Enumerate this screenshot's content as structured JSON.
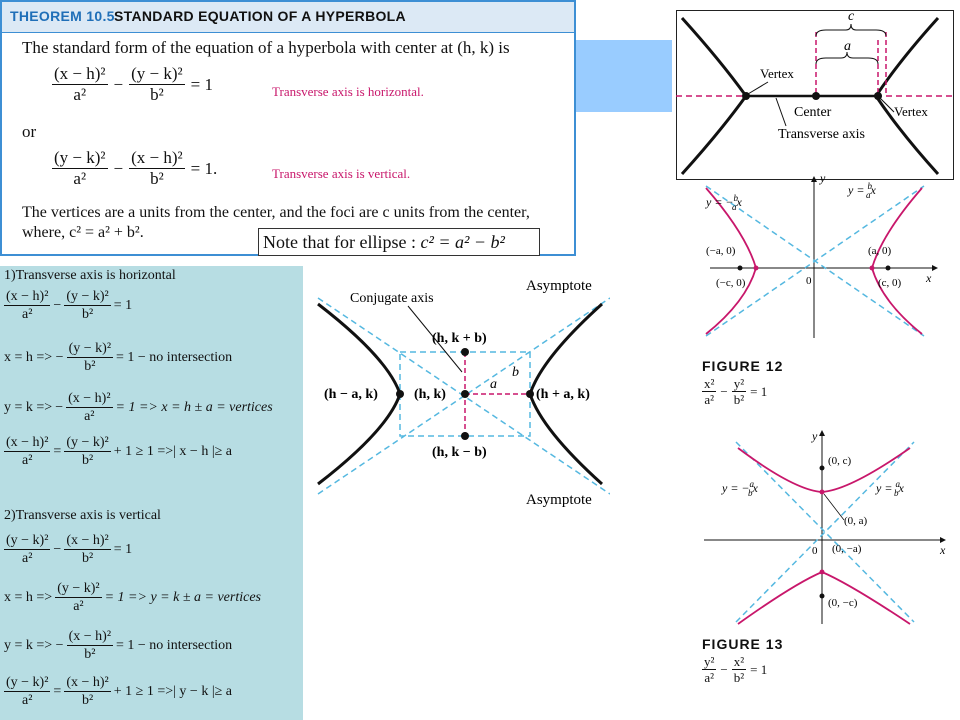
{
  "theorem": {
    "number": "THEOREM 10.5",
    "title": "STANDARD EQUATION OF A HYPERBOLA",
    "intro": "The standard form of the equation of a hyperbola with center at (h, k) is",
    "eq1_num_left": "(x − h)²",
    "eq1_den_left": "a²",
    "eq1_num_right": "(y − k)²",
    "eq1_den_right": "b²",
    "eq1_rhs": "= 1",
    "eq1_note": "Transverse axis is horizontal.",
    "or": "or",
    "eq2_num_left": "(y − k)²",
    "eq2_den_left": "a²",
    "eq2_num_right": "(x − h)²",
    "eq2_den_right": "b²",
    "eq2_rhs": "= 1.",
    "eq2_note": "Transverse axis is vertical.",
    "vertices_line1": "The vertices are a units from the center, and the foci are c units from the center,",
    "vertices_line2": "where, c² = a² + b².",
    "note_label": "Note that for ellipse :",
    "note_formula": "c² = a² − b²"
  },
  "derivation": {
    "h1": "1)Transverse  axis is horizontal",
    "h1_eq1": "= 1",
    "h1_eq2": "x = h => −",
    "h1_eq2_rhs": "= 1 − no intersection",
    "h1_eq3": "y = k => ",
    "h1_eq3_rhs": "= 1 => x = h ± a = vertices",
    "h1_eq4_rhs": "+ 1 ≥ 1 =>| x − h |≥ a",
    "h2": "2)Transverse  axis is vertical",
    "h2_eq1": "= 1",
    "h2_eq2": "x = h => ",
    "h2_eq2_rhs": "= 1 => y = k ± a = vertices",
    "h2_eq3": "y = k => −",
    "h2_eq3_rhs": "= 1 − no intersection",
    "h2_eq4_rhs": "+ 1 ≥ 1 =>| y − k |≥ a",
    "frac_xh": "(x − h)²",
    "frac_yk": "(y − k)²",
    "a2": "a²",
    "b2": "b²",
    "minus": "−",
    "equals": "="
  },
  "fig_top": {
    "c": "c",
    "a": "a",
    "vertex_left": "Vertex",
    "vertex_right": "Vertex",
    "center": "Center",
    "transverse": "Transverse axis"
  },
  "fig_middle": {
    "asymptote_top": "Asymptote",
    "asymptote_bottom": "Asymptote",
    "conjugate": "Conjugate axis",
    "top_point": "(h, k + b)",
    "bottom_point": "(h, k − b)",
    "left_point": "(h − a, k)",
    "center_point": "(h, k)",
    "right_point": "(h + a, k)",
    "a": "a",
    "b": "b"
  },
  "fig12": {
    "caption": "FIGURE 12",
    "asym_left": "y = −",
    "asym_right": "y = ",
    "b": "b",
    "a": "a",
    "x": "x",
    "y": "y",
    "p1": "(−a, 0)",
    "p2": "(−c, 0)",
    "p3": "(a, 0)",
    "p4": "(c, 0)",
    "origin": "0",
    "eq_num_left": "x²",
    "eq_den_left": "a²",
    "eq_num_right": "y²",
    "eq_den_right": "b²",
    "eq_rhs": "= 1"
  },
  "fig13": {
    "caption": "FIGURE 13",
    "asym_left": "y = −",
    "asym_right": "y = ",
    "a": "a",
    "b": "b",
    "x": "x",
    "y": "y",
    "p1": "(0, c)",
    "p2": "(0, a)",
    "p3": "(0, −a)",
    "p4": "(0, −c)",
    "origin": "0",
    "eq_num_left": "y²",
    "eq_den_left": "a²",
    "eq_num_right": "x²",
    "eq_den_right": "b²",
    "eq_rhs": "= 1"
  },
  "colors": {
    "theorem_border": "#3d8fd4",
    "pink": "#c8176b",
    "dash_blue": "#55b8e0",
    "panel_bg": "#b7dde3",
    "blue_rect": "#99ccff"
  }
}
